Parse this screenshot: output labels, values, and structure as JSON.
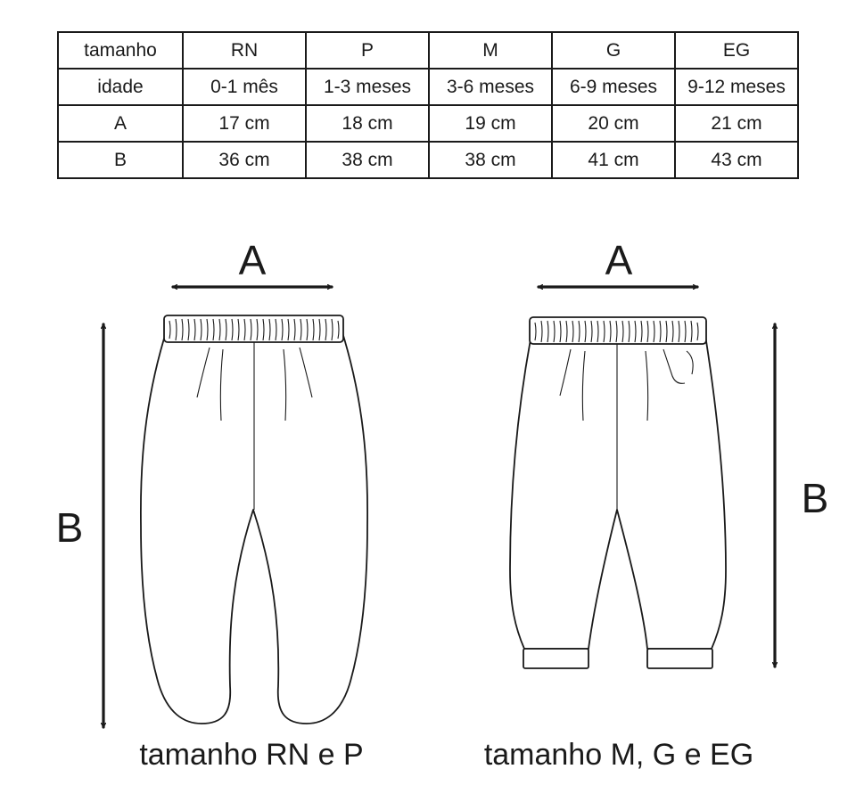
{
  "size_table": {
    "rows": [
      {
        "label": "tamanho",
        "cells": [
          "RN",
          "P",
          "M",
          "G",
          "EG"
        ]
      },
      {
        "label": "idade",
        "cells": [
          "0-1 mês",
          "1-3 meses",
          "3-6 meses",
          "6-9 meses",
          "9-12 meses"
        ]
      },
      {
        "label": "A",
        "cells": [
          "17 cm",
          "18 cm",
          "19 cm",
          "20 cm",
          "21 cm"
        ]
      },
      {
        "label": "B",
        "cells": [
          "36 cm",
          "38 cm",
          "38 cm",
          "41 cm",
          "43 cm"
        ]
      }
    ]
  },
  "diagrams": {
    "left": {
      "width_label": "A",
      "length_label": "B",
      "caption": "tamanho RN e P"
    },
    "right": {
      "width_label": "A",
      "length_label": "B",
      "caption": "tamanho M, G e EG"
    }
  }
}
